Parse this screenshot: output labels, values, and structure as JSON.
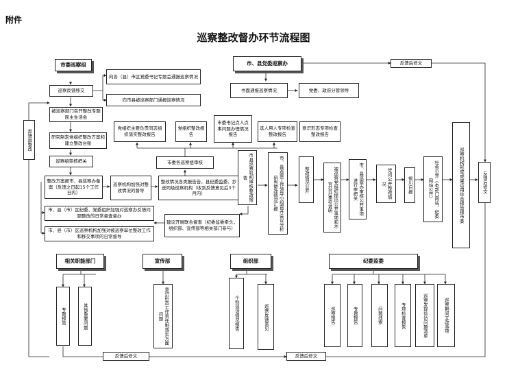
{
  "attachment_label": "附件",
  "title": "巡察整改督办环节流程图",
  "municipal_group": {
    "header": "市委巡察组",
    "feedback": "巡察反馈移交",
    "to_county_secretary": "向各（县）市区党委书记专题会通报巡察情况",
    "to_inspected_units": "向市县被巡察部门通报巡察情况",
    "feedback_return_side": "反馈后整改"
  },
  "county_group": {
    "header": "市、县党委巡察办",
    "feedback_top": "反馈后修文",
    "written_report": "书面通报巡察情况",
    "leaders": "党委、政府分管领导"
  },
  "left_flow": {
    "meeting": "被巡察部门召开整改专题民主生活会",
    "plan": "研究制定党组织整改方案和建立整改台账",
    "review": "巡察组审核把关",
    "filing": "整改方案报市、县巡察办备案（反馈之日起15个工作日内）",
    "discipline_sup": "市、县（市）区纪委、党委组织加强对巡察办反馈问题整改的日常督查督办",
    "inspection_sup": "市、县（市）区巡察机构加强对被巡察单位整改工作和移交事项的日常督导"
  },
  "mid_flow": {
    "inspection_guidance": "巡察机构加强对整改情况的督导",
    "report_submit": "整改情况各类报告告，县纪委监委、抄送同级巡察机构（收到反馈意见后3个月内）",
    "audit": "市委各巡察组审核",
    "joint": "建议开展联合督查（纪委监委牵头，组织部、宣传部等相关部门参与）",
    "rep_party_org": "党组织主要负责同志组织落实整改报告",
    "rep_party_rectify": "党组织整改报告",
    "rep_secretary": "市委书记点人点事问题办理情况报告",
    "rep_cadre": "选人用人专项检查整改报告",
    "rep_ideology": "意识形态专项检查整改报告"
  },
  "right_flow": {
    "county_audit": "市县巡察机构审核整改报告",
    "leading_group": "市、县巡察工作领导小组召开会议分析研判整改情况汇报",
    "public": "整改情况公开",
    "not_public": "被巡察党组织提出公开事项和不宜公开事项说明",
    "county_office": "市、县巡察办审核公开事项进行审把关",
    "party_affairs": "党内公开整改情况",
    "daily": "银川日报",
    "society": "社会公开（本部门网站、纪委网站公开）",
    "comprehensive": "巡察机构形成成果运用综合报告报市委",
    "feedback_right": "反馈后修文"
  },
  "bottom": {
    "relevant_departments": {
      "header": "相关职能部门",
      "items": [
        "专题报告",
        "其他重要问题"
      ]
    },
    "propaganda": {
      "header": "宣传部",
      "items": [
        "意识形态工作责任制落实方面问题"
      ]
    },
    "organization": {
      "header": "组织部",
      "items": [
        "个别谈话情况报告",
        "巡察反馈意见"
      ]
    },
    "discipline": {
      "header": "纪委监委",
      "items": [
        "巡察报告",
        "专题报告",
        "问题线索",
        "专项检查报告",
        "巡察发现信访问题清单",
        "巡察期间立改事项"
      ]
    },
    "feedback_left": "反馈后修文",
    "feedback_mid": "反馈后修文"
  }
}
